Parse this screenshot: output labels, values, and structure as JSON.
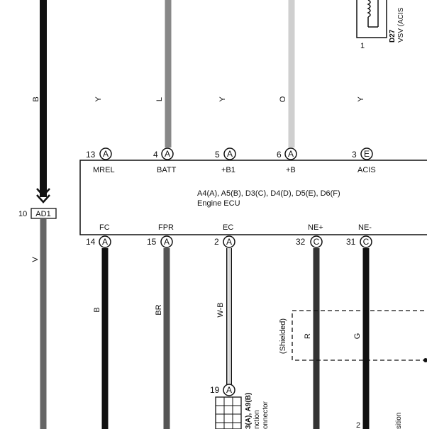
{
  "ecu": {
    "name": "A4(A), A5(B), D3(C), D4(D), D5(E), D6(F)",
    "subtitle": "Engine ECU"
  },
  "top_wires": [
    {
      "wire_color": "B"
    },
    {
      "wire_color": "Y"
    },
    {
      "wire_color": "L"
    },
    {
      "wire_color": "Y"
    },
    {
      "wire_color": "O"
    },
    {
      "wire_color": "Y"
    }
  ],
  "top_pins": [
    {
      "number": "13",
      "connector": "A",
      "label": "MREL"
    },
    {
      "number": "4",
      "connector": "A",
      "label": "BATT"
    },
    {
      "number": "5",
      "connector": "A",
      "label": "+B1"
    },
    {
      "number": "6",
      "connector": "A",
      "label": "+B"
    },
    {
      "number": "3",
      "connector": "E",
      "label": "ACIS"
    }
  ],
  "bottom_pins": [
    {
      "number": "14",
      "connector": "A",
      "label": "FC",
      "wire_color": "B"
    },
    {
      "number": "15",
      "connector": "A",
      "label": "FPR",
      "wire_color": "BR"
    },
    {
      "number": "2",
      "connector": "A",
      "label": "EC",
      "wire_color": "W-B"
    },
    {
      "number": "32",
      "connector": "C",
      "label": "NE+",
      "wire_color": "R"
    },
    {
      "number": "31",
      "connector": "C",
      "label": "NE-",
      "wire_color": "G"
    }
  ],
  "junction": {
    "pin": "10",
    "name": "AD1",
    "lower_wire_color": "V"
  },
  "vsv": {
    "code": "D27",
    "name": "VSV (ACIS",
    "pin": "1"
  },
  "shielded_label": "(Shielded)",
  "junction_connector": {
    "pin": "19",
    "connector": "A",
    "code": "3(A), A9(B)",
    "line1": "nction",
    "line2": "onnector"
  },
  "bottom_partial": {
    "pin": "2",
    "text": "sition"
  }
}
